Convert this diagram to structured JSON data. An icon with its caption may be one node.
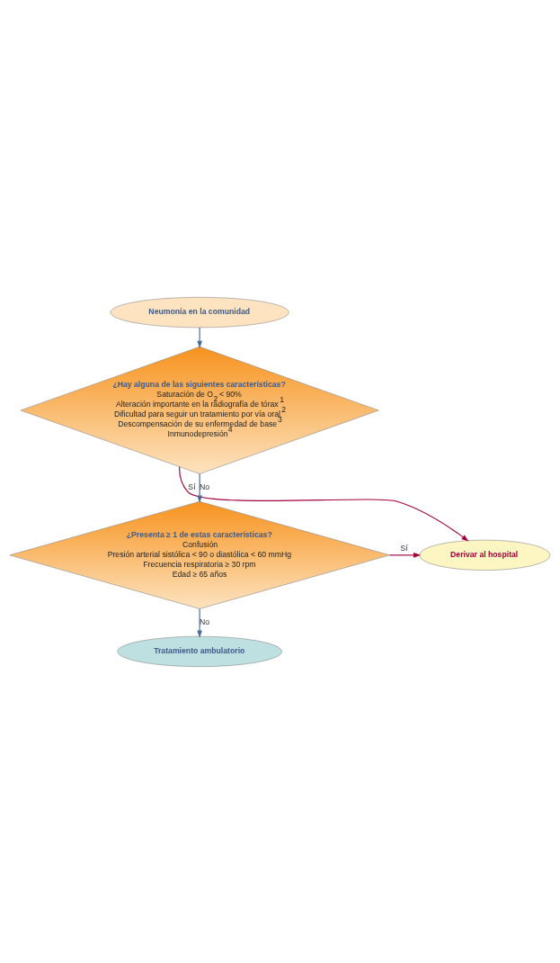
{
  "diagram": {
    "nodes": [
      {
        "text": [
          "Neumonía en la comunidad"
        ]
      },
      {
        "text": [
          "¿Hay alguna de las siguientes características?",
          "Saturación de O$_{2}$ < 90%",
          "Alteración importante en la radiografía de tórax$^{1}$",
          "Dificultad para seguir un tratamiento por vía oral$^{2}$",
          "Descompensación de su enfermedad de base$^{3}$",
          "Inmunodepresión$^{4}$"
        ]
      },
      {
        "text": [
          "Derivar al hospital"
        ]
      },
      {
        "text": [
          "¿Presenta ≥ 1 de estas características?",
          "Confusión",
          "Presión arterial sistólica < 90 o diastólica < 60 mmHg",
          "Frecuencia respiratoria ≥ 30 rpm",
          "Edad ≥ 65 años"
        ]
      },
      {
        "text": [
          "Tratamiento ambulatorio"
        ]
      }
    ],
    "edges": [
      {
        "from": 0,
        "to": 1,
        "arrow": "to"
      },
      {
        "from": 1,
        "to": 2,
        "arrow": "to",
        "label": "Sí",
        "color": "#a3003c"
      },
      {
        "from": 1,
        "to": 3,
        "arrow": "to",
        "label": "No"
      },
      {
        "from": 3,
        "to": 2,
        "arrow": "to",
        "label": "Sí",
        "color": "#a3003c"
      },
      {
        "from": 3,
        "to": 4,
        "arrow": "to",
        "label": "No"
      }
    ]
  }
}
